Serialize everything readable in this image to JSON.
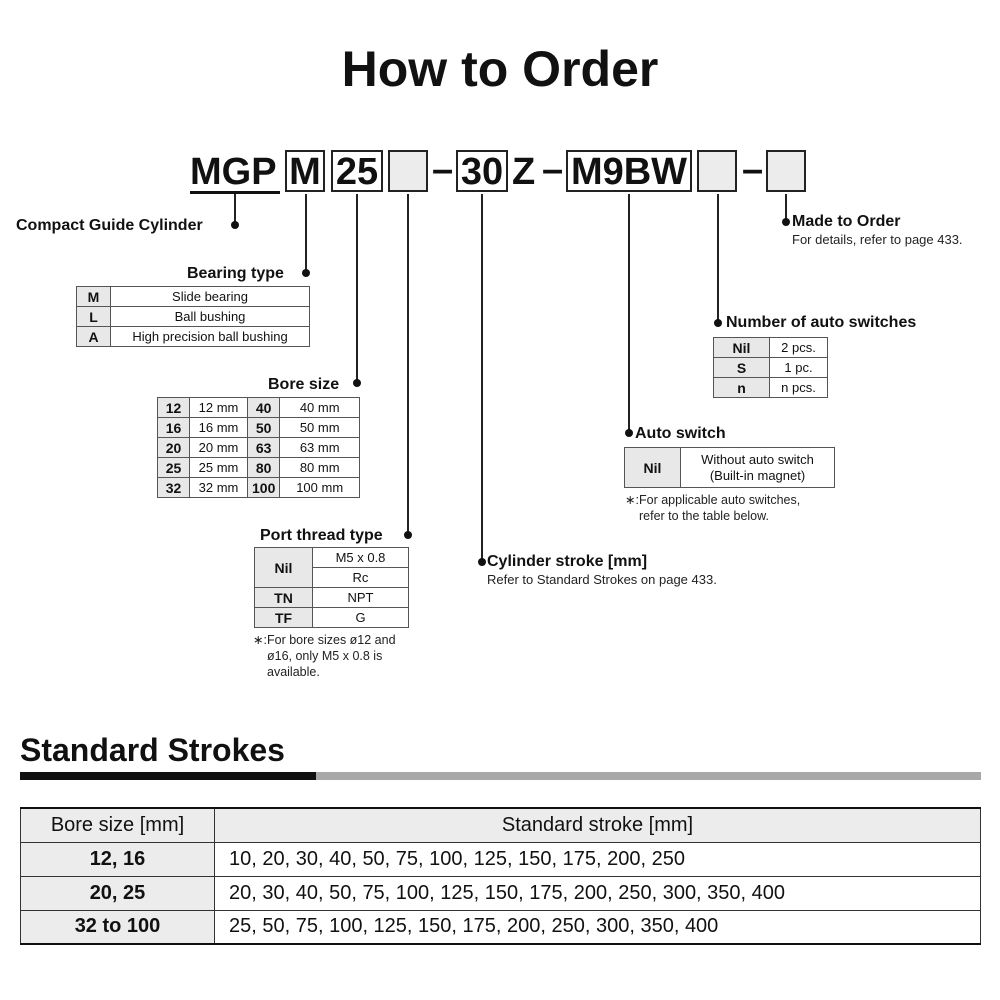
{
  "title": "How to Order",
  "model_code": {
    "prefix": "MGP",
    "bearing": "M",
    "bore": "25",
    "dash1": "–",
    "stroke": "30",
    "z": "Z",
    "dash2": "–",
    "switch": "M9BW",
    "dash3": "–"
  },
  "compact_guide": {
    "label": "Compact Guide Cylinder"
  },
  "bearing_type": {
    "label": "Bearing type",
    "rows": [
      {
        "code": "M",
        "desc": "Slide bearing"
      },
      {
        "code": "L",
        "desc": "Ball bushing"
      },
      {
        "code": "A",
        "desc": "High precision ball bushing"
      }
    ]
  },
  "bore_size": {
    "label": "Bore size",
    "rows": [
      {
        "c1": "12",
        "v1": "12 mm",
        "c2": "40",
        "v2": "40 mm"
      },
      {
        "c1": "16",
        "v1": "16 mm",
        "c2": "50",
        "v2": "50 mm"
      },
      {
        "c1": "20",
        "v1": "20 mm",
        "c2": "63",
        "v2": "63 mm"
      },
      {
        "c1": "25",
        "v1": "25 mm",
        "c2": "80",
        "v2": "80 mm"
      },
      {
        "c1": "32",
        "v1": "32 mm",
        "c2": "100",
        "v2": "100 mm"
      }
    ]
  },
  "port_thread": {
    "label": "Port thread type",
    "nil_code": "Nil",
    "nil_v1": "M5 x 0.8",
    "nil_v2": "Rc",
    "tn_code": "TN",
    "tn_val": "NPT",
    "tf_code": "TF",
    "tf_val": "G",
    "note_mark": "∗:",
    "note_line1": "For bore sizes ø12 and",
    "note_line2": "ø16, only M5 x 0.8 is",
    "note_line3": "available."
  },
  "cylinder_stroke": {
    "label": "Cylinder stroke [mm]",
    "sub": "Refer to Standard Strokes on page 433."
  },
  "auto_switch": {
    "label": "Auto switch",
    "code": "Nil",
    "desc1": "Without auto switch",
    "desc2": "(Built-in magnet)",
    "note_mark": "∗:",
    "note_line1": "For applicable auto switches,",
    "note_line2": "refer to the table below."
  },
  "num_switches": {
    "label": "Number of auto switches",
    "rows": [
      {
        "code": "Nil",
        "desc": "2 pcs."
      },
      {
        "code": "S",
        "desc": "1 pc."
      },
      {
        "code": "n",
        "desc": "n pcs."
      }
    ]
  },
  "made_to_order": {
    "label": "Made to Order",
    "sub": "For details, refer to page 433."
  },
  "standard_strokes": {
    "title": "Standard Strokes",
    "headers": [
      "Bore size [mm]",
      "Standard stroke [mm]"
    ],
    "rows": [
      {
        "bore": "12, 16",
        "strokes": "10, 20, 30, 40, 50, 75, 100, 125, 150, 175, 200, 250"
      },
      {
        "bore": "20, 25",
        "strokes": "20, 30, 40, 50, 75, 100, 125, 150, 175, 200, 250, 300, 350, 400"
      },
      {
        "bore": "32 to 100",
        "strokes": "25, 50, 75, 100, 125, 150, 175, 200, 250, 300, 350, 400"
      }
    ]
  }
}
